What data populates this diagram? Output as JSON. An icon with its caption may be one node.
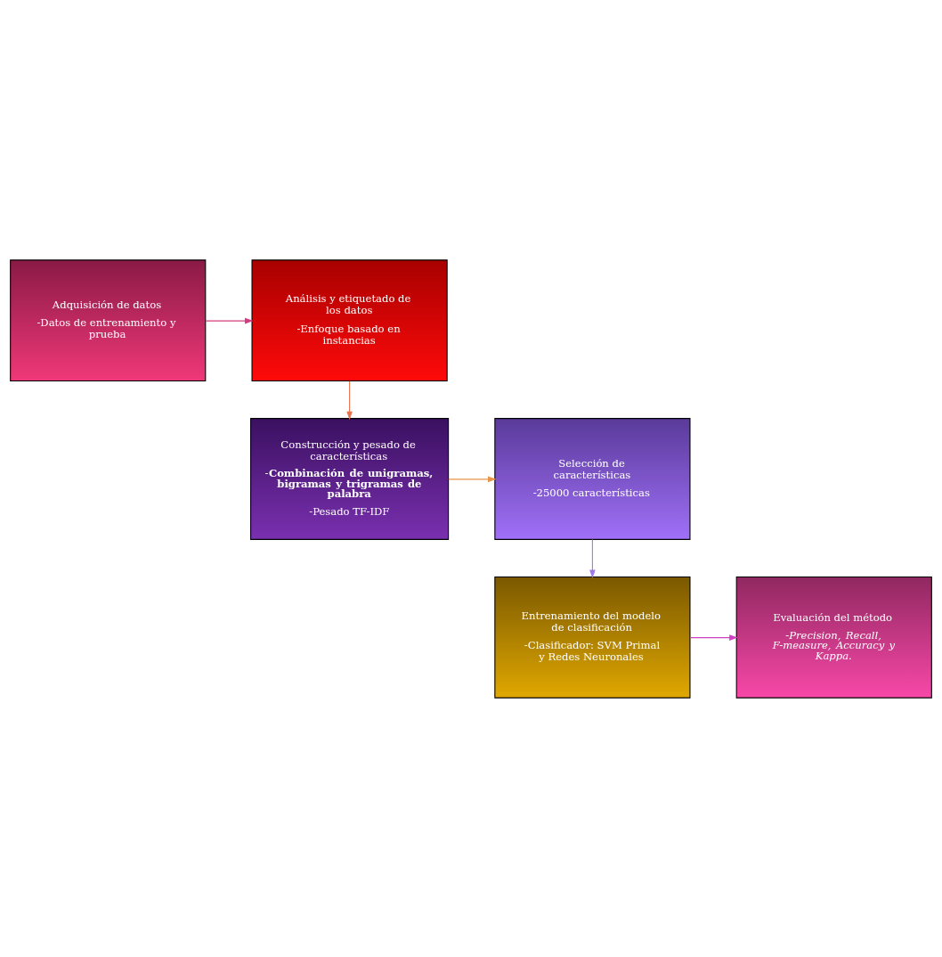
{
  "diagram": {
    "nodes": [
      {
        "text": [
          "Adquisición de datos",
          "-Datos de entrenamiento y prueba"
        ]
      },
      {
        "text": [
          "Análisis y etiquetado de los datos",
          "-Enfoque basado en instancias"
        ]
      },
      {
        "text": [
          "Construcción y pesado de características",
          "-**Combinación de unigramas, bigramas y trigramas de palabra**",
          "-Pesado TF-IDF"
        ]
      },
      {
        "text": [
          "Selección de características",
          "-25000 características"
        ]
      },
      {
        "text": [
          "Entrenamiento del modelo de clasificación",
          "-Clasificador: SVM Primal y Redes Neuronales"
        ]
      },
      {
        "text": [
          "Evaluación del método",
          "*-Precision, Recall, F-measure, Accuracy y Kappa.*"
        ]
      }
    ],
    "edges": [
      {
        "from": 0,
        "to": 1,
        "arrow": "to",
        "color": "#d63a7f"
      },
      {
        "from": 1,
        "to": 2,
        "arrow": "to",
        "color": "#e8704a"
      },
      {
        "from": 2,
        "to": 3,
        "arrow": "to",
        "color": "#e8944a"
      },
      {
        "from": 3,
        "to": 4,
        "arrow": "to",
        "color": "#a078e8"
      },
      {
        "from": 4,
        "to": 5,
        "arrow": "to",
        "color": "#d040c0"
      }
    ]
  }
}
